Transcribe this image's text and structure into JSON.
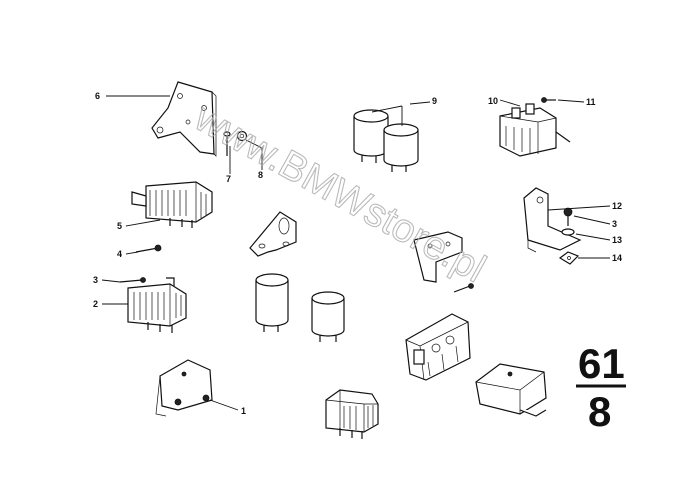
{
  "watermark": "www.BMWstore.pl",
  "group": {
    "main": "61",
    "sub": "8"
  },
  "callouts": [
    {
      "id": "c1",
      "label": "1"
    },
    {
      "id": "c2",
      "label": "2"
    },
    {
      "id": "c3a",
      "label": "3"
    },
    {
      "id": "c3b",
      "label": "3"
    },
    {
      "id": "c4",
      "label": "4"
    },
    {
      "id": "c5",
      "label": "5"
    },
    {
      "id": "c6",
      "label": "6"
    },
    {
      "id": "c7",
      "label": "7"
    },
    {
      "id": "c8",
      "label": "8"
    },
    {
      "id": "c9",
      "label": "9"
    },
    {
      "id": "c10",
      "label": "10"
    },
    {
      "id": "c11",
      "label": "11"
    },
    {
      "id": "c12",
      "label": "12"
    },
    {
      "id": "c13",
      "label": "13"
    },
    {
      "id": "c14",
      "label": "14"
    }
  ]
}
